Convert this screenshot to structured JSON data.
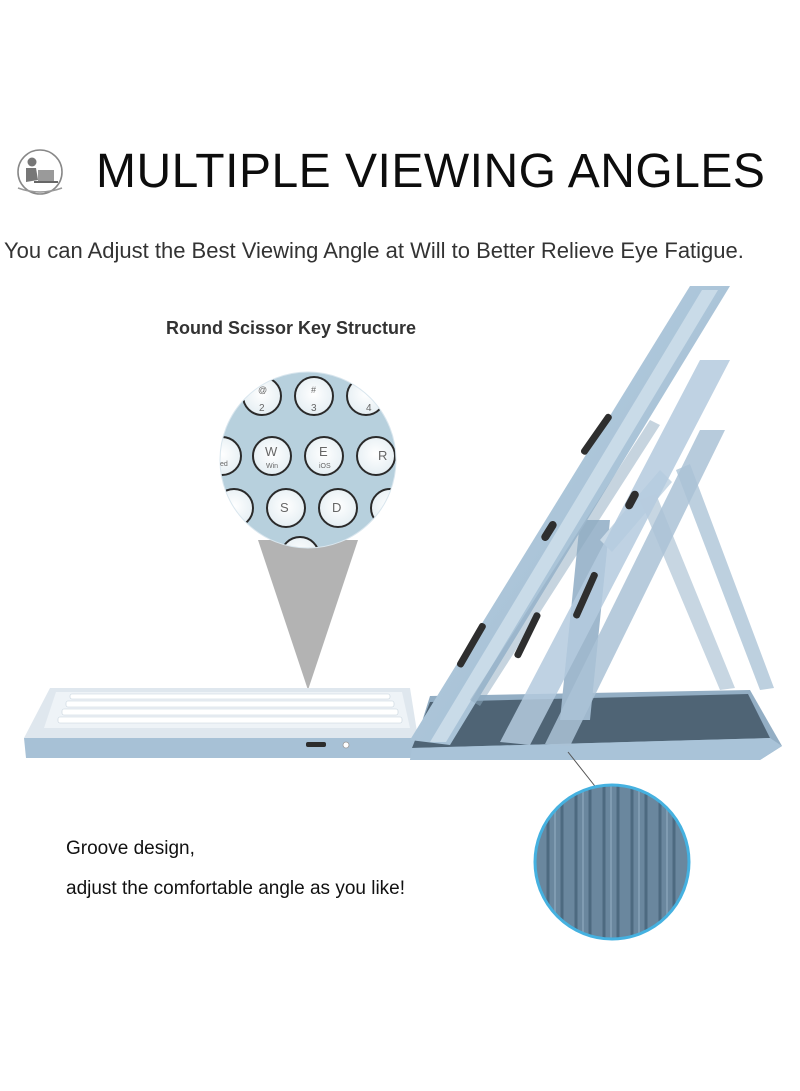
{
  "header": {
    "title": "MULTIPLE VIEWING ANGLES",
    "subtitle": "You can Adjust the Best Viewing Angle at Will to Better Relieve Eye Fatigue.",
    "icon": "person-at-laptop-icon"
  },
  "callouts": {
    "keys_title": "Round Scissor Key Structure",
    "groove_line1": "Groove design,",
    "groove_line2": "adjust the comfortable angle as you like!"
  },
  "keys_zoom": {
    "row1": [
      {
        "top": "@",
        "main": "2"
      },
      {
        "top": "#",
        "main": "3"
      },
      {
        "top": "",
        "main": "4"
      }
    ],
    "row2": [
      {
        "main": "W",
        "sub": "Win"
      },
      {
        "main": "E",
        "sub": "iOS"
      },
      {
        "main": "R",
        "sub": ""
      }
    ],
    "row2_partial": "ed",
    "row3": [
      {
        "main": "S"
      },
      {
        "main": "D"
      }
    ]
  },
  "colors": {
    "case_blue": "#a9c3d8",
    "case_dark": "#7f9db5",
    "key_bg": "#b7d0dd",
    "groove_dark": "#6a879e",
    "accent_ring": "#45b1e0"
  }
}
